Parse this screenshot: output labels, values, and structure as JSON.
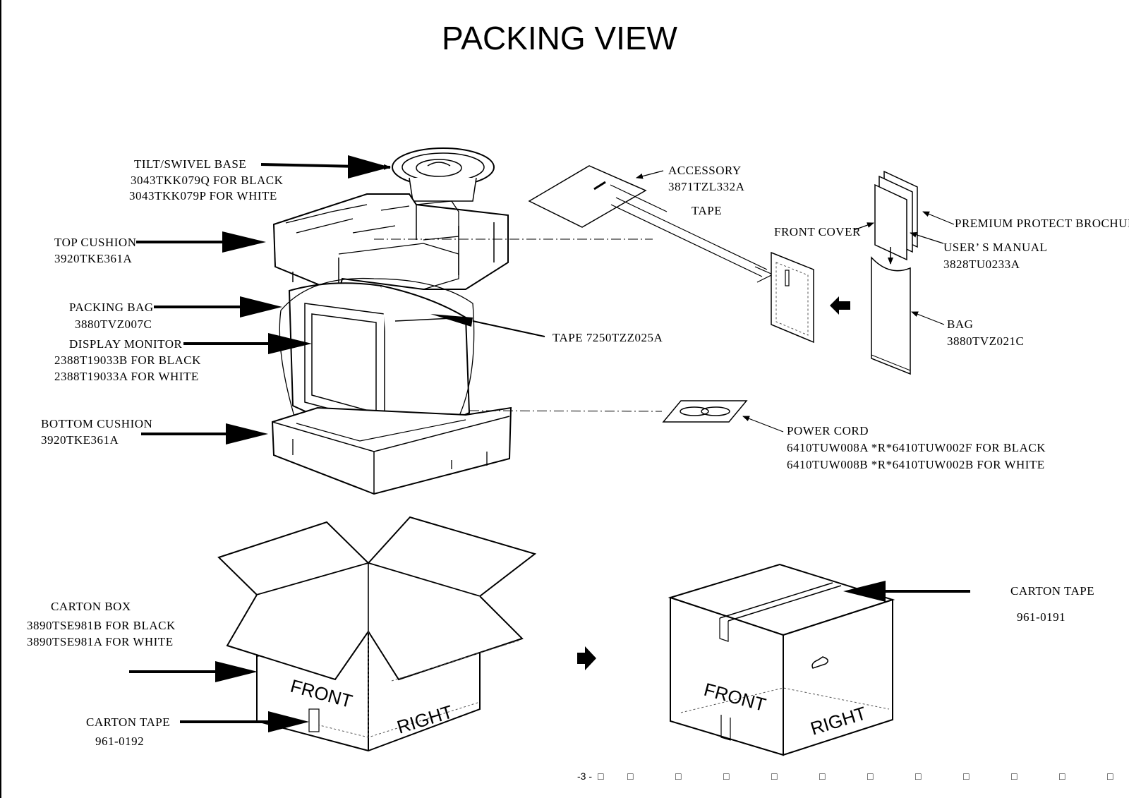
{
  "title": "PACKING VIEW",
  "labels": {
    "tilt_base": [
      "TILT/SWIVEL BASE",
      "3043TKK079Q FOR BLACK",
      "3043TKK079P FOR WHITE"
    ],
    "top_cushion": [
      "TOP CUSHION",
      "3920TKE361A"
    ],
    "packing_bag": [
      "PACKING BAG",
      "3880TVZ007C"
    ],
    "display_monitor": [
      "DISPLAY MONITOR",
      "2388T19033B FOR BLACK",
      "2388T19033A FOR WHITE"
    ],
    "bottom_cushion": [
      "BOTTOM CUSHION",
      "3920TKE361A"
    ],
    "accessory": [
      "ACCESSORY",
      "3871TZL332A"
    ],
    "accessory_tape": "TAPE",
    "front_cover": "FRONT COVER",
    "premium_brochure": "PREMIUM PROTECT BROCHURE",
    "users_manual": [
      "USER’ S MANUAL",
      "3828TU0233A"
    ],
    "bag": [
      "BAG",
      "3880TVZ021C"
    ],
    "tape_monitor": "TAPE  7250TZZ025A",
    "power_cord": [
      "POWER CORD",
      "6410TUW008A *R*6410TUW002F FOR BLACK",
      "6410TUW008B *R*6410TUW002B FOR WHITE"
    ],
    "carton_box": [
      "CARTON BOX",
      "3890TSE981B FOR BLACK",
      "3890TSE981A FOR WHITE"
    ],
    "carton_tape_open": [
      "CARTON TAPE",
      "961-0192"
    ],
    "carton_tape_closed": [
      "CARTON TAPE",
      "961-0191"
    ]
  },
  "box_text": {
    "front": "FRONT",
    "right": "RIGHT"
  },
  "footer": {
    "page": "-3 -",
    "box_char": "□"
  }
}
